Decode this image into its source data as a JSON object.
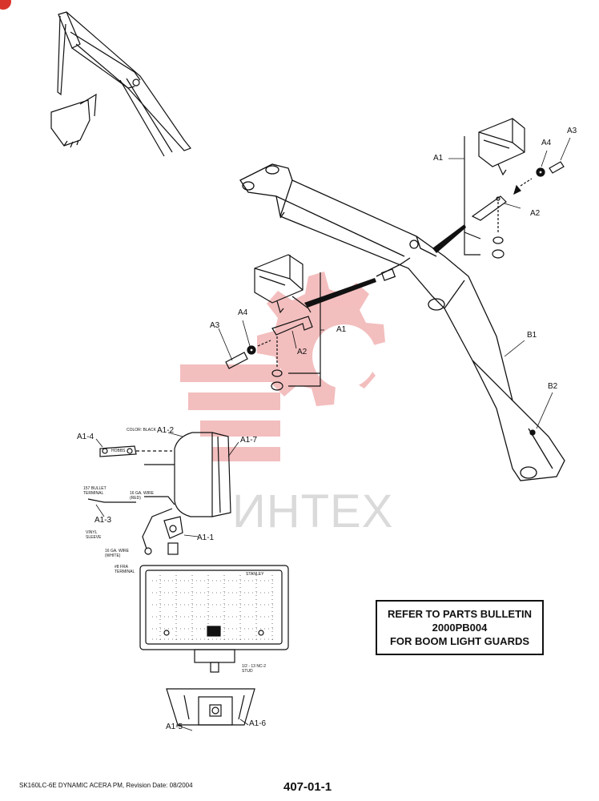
{
  "labels": {
    "a1_upper": "A1",
    "a2_upper": "A2",
    "a3_upper": "A3",
    "a4_upper": "A4",
    "a1_lower": "A1",
    "a2_lower": "A2",
    "a3_lower": "A3",
    "a4_lower": "A4",
    "b1": "B1",
    "b2": "B2",
    "a1_1": "A1-1",
    "a1_2": "A1-2",
    "a1_3": "A1-3",
    "a1_4": "A1-4",
    "a1_5": "A1-5",
    "a1_6": "A1-6",
    "a1_7": "A1-7"
  },
  "small_notes": {
    "color_black": "COLOR: BLACK",
    "hobbs": "HOBBS",
    "bullet_terminal": "157 BULLET TERMINAL",
    "wire_red": "16 GA. WIRE (RED)",
    "vinyl_sleeve": "VINYL SLEEVE",
    "wire_white": "16 GA. WIRE (WHITE)",
    "ring_terminal": "#8 FRA TERMINAL",
    "stud": "1/2 - 13 NC-2 STUD",
    "lens_mark": "STANLEY"
  },
  "note_box": {
    "line1": "REFER TO PARTS BULLETIN",
    "line2": "2000PB004",
    "line3": "FOR BOOM LIGHT GUARDS"
  },
  "watermark": "ИНТЕХ",
  "footer": {
    "doc": "SK160LC-6E DYNAMIC ACERA PM, Revision Date: 08/2004",
    "page": "407-01-1"
  },
  "colors": {
    "ink": "#111111",
    "watermark_red": "#f2b3b3",
    "corner_red": "#d9342b"
  }
}
